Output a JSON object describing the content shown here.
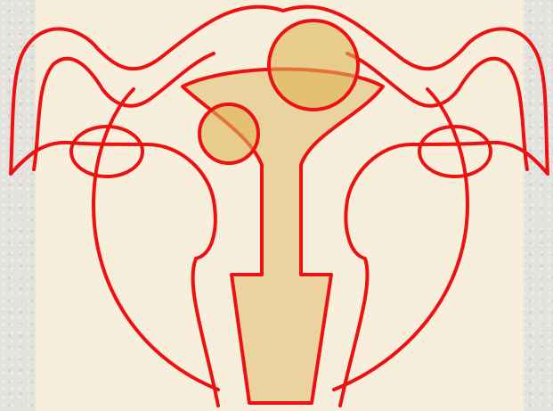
{
  "figure": {
    "caption": "",
    "colors": {
      "background": "#e4e2dd",
      "panel": "#f7efdc",
      "outline": "#ee1111",
      "cavity_fill": "#ead39e",
      "growth_fill": "#e2bf6a"
    },
    "parts": [
      "uterus-body",
      "uterine-cavity",
      "fallopian-tube-left",
      "fallopian-tube-right",
      "ovary-left",
      "ovary-right",
      "fibroid-large",
      "fibroid-small"
    ]
  }
}
